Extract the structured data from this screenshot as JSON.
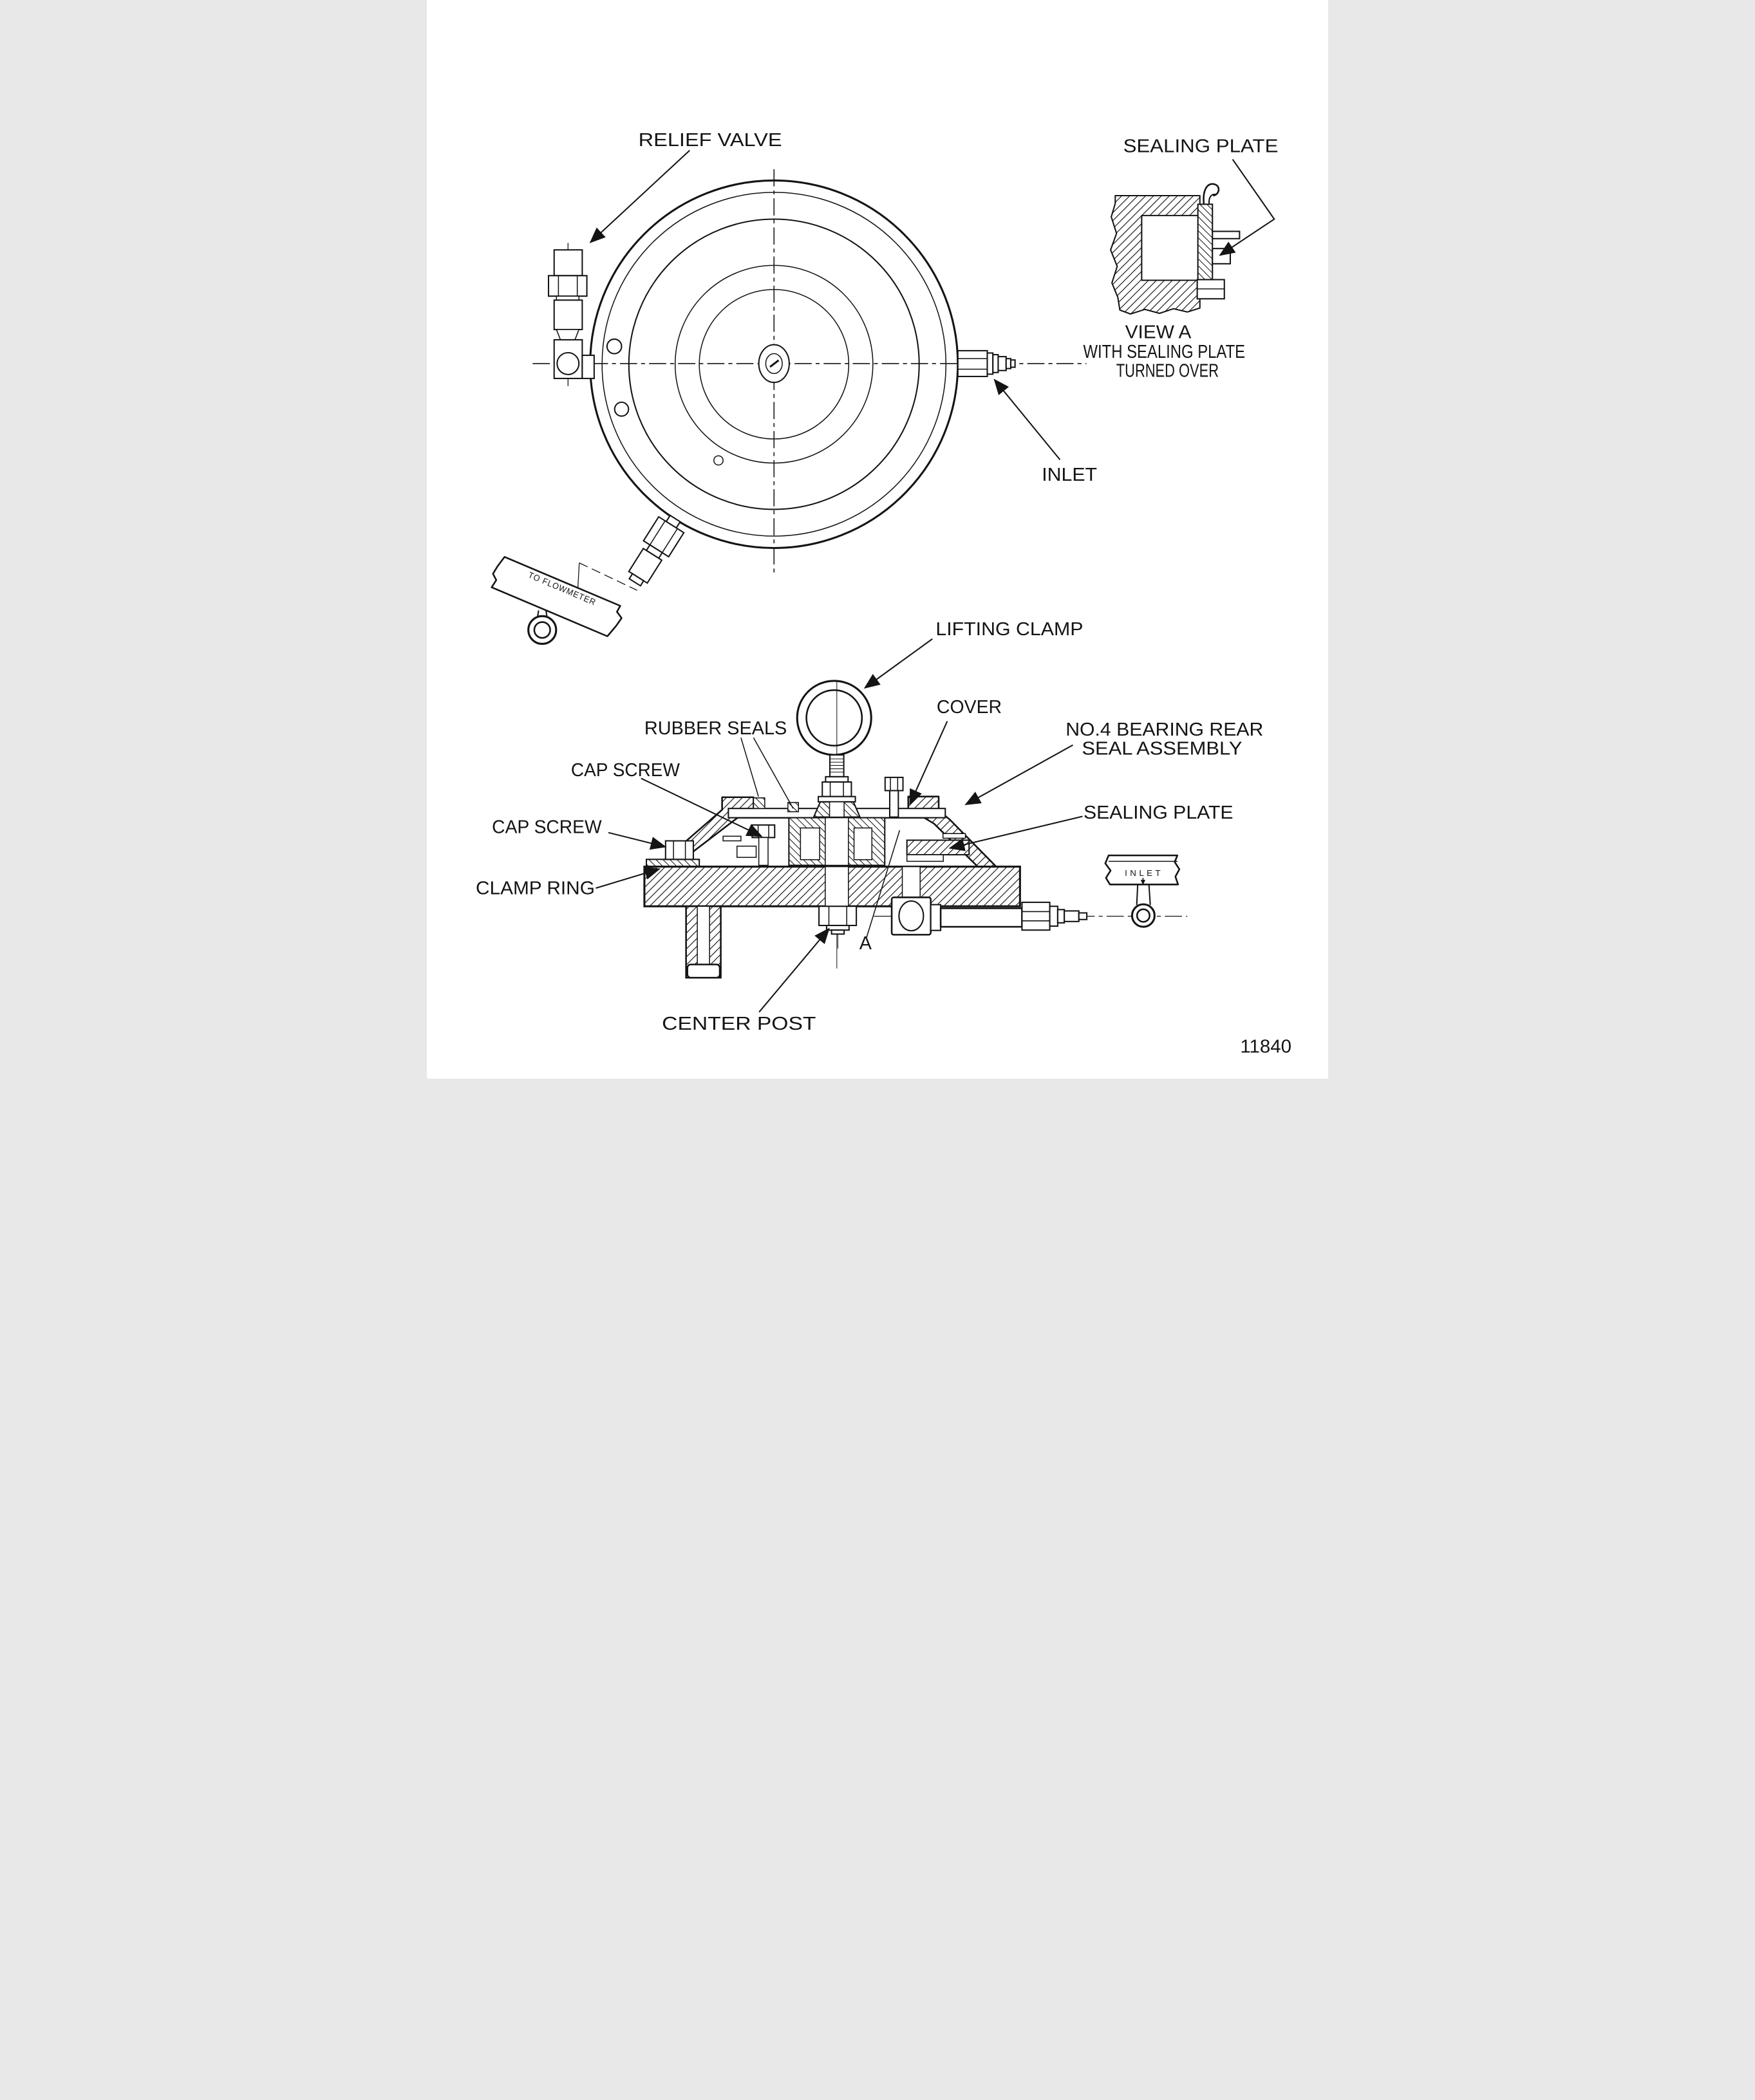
{
  "page": {
    "figure_number": "11840",
    "ink_color": "#141414",
    "paper_color": "#ffffff"
  },
  "top_view": {
    "labels": {
      "relief_valve": "RELIEF VALVE",
      "inlet": "INLET"
    },
    "tag": {
      "to_flowmeter": "TO FLOWMETER"
    }
  },
  "detail_view": {
    "labels": {
      "sealing_plate": "SEALING PLATE",
      "title": "VIEW A",
      "subtitle1": "WITH SEALING PLATE",
      "subtitle2": "TURNED OVER"
    }
  },
  "section_view": {
    "labels": {
      "lifting_clamp": "LIFTING CLAMP",
      "rubber_seals": "RUBBER SEALS",
      "cover": "COVER",
      "bearing_rear_line1": "NO.4 BEARING REAR",
      "bearing_rear_line2": "SEAL ASSEMBLY",
      "cap_screw_upper": "CAP SCREW",
      "cap_screw_lower": "CAP SCREW",
      "sealing_plate": "SEALING PLATE",
      "clamp_ring": "CLAMP RING",
      "center_post": "CENTER POST",
      "view_marker": "A"
    },
    "tag": {
      "inlet": "INLET"
    }
  }
}
